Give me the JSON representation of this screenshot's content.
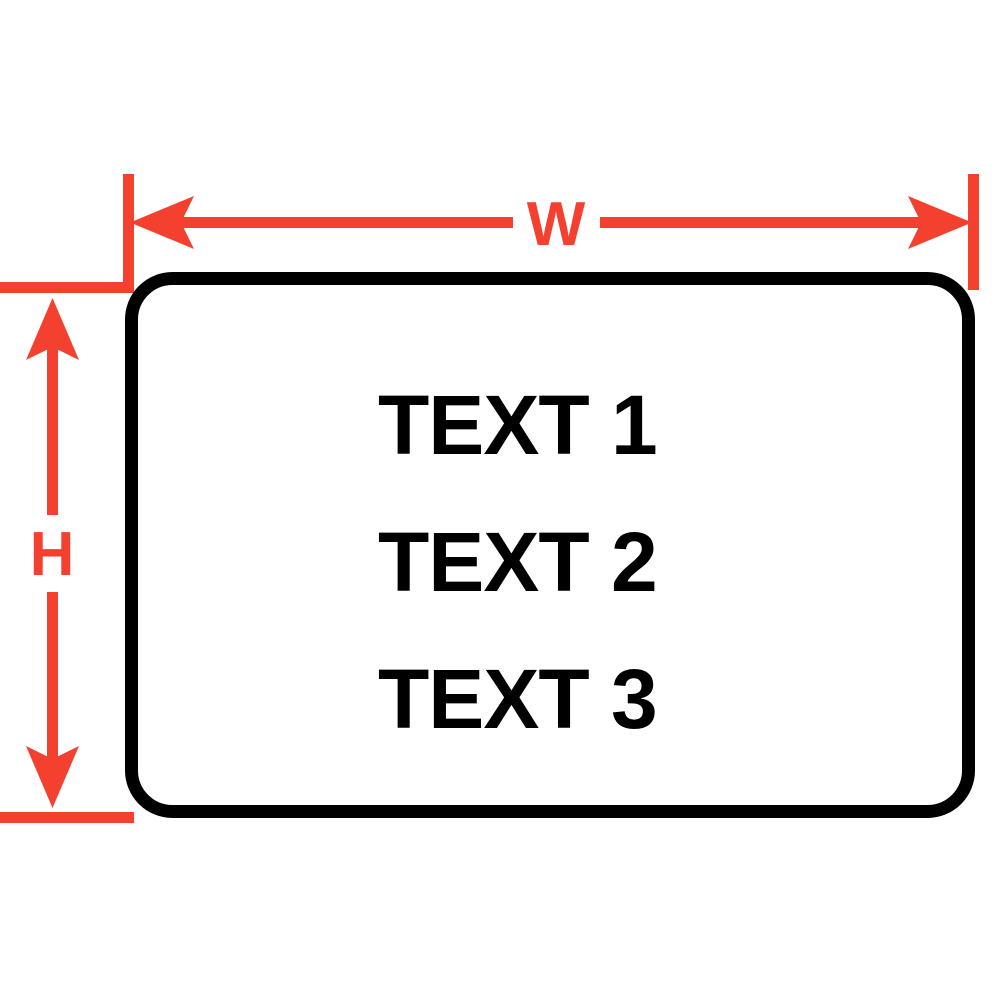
{
  "diagram": {
    "title": "Label dimension diagram",
    "background_color": "#ffffff",
    "dimension_color": "#f4402f",
    "outline_color": "#000000",
    "text_color": "#000000"
  },
  "dimensions": {
    "width_label": "W",
    "height_label": "H"
  },
  "label_body": {
    "lines": [
      "TEXT 1",
      "TEXT 2",
      "TEXT 3"
    ]
  },
  "icons": {
    "arrow_left": "arrow-left-icon",
    "arrow_right": "arrow-right-icon",
    "arrow_up": "arrow-up-icon",
    "arrow_down": "arrow-down-icon"
  }
}
